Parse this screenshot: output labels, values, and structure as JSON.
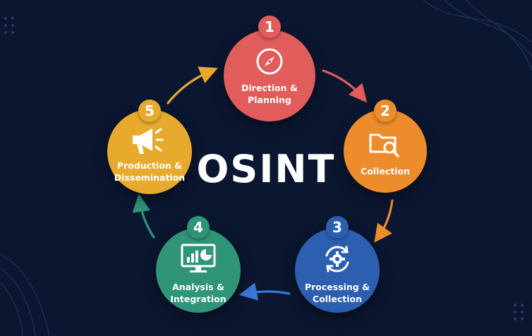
{
  "title": "OSINT",
  "colors": {
    "background": "#0b1630",
    "stage1": "#e05d5b",
    "stage2": "#ec8c2b",
    "stage3": "#2c5fb0",
    "stage4": "#2f9478",
    "stage5": "#e7aa2d"
  },
  "stages": [
    {
      "number": "1",
      "line1": "Direction &",
      "line2": "Planning",
      "icon": "compass-icon"
    },
    {
      "number": "2",
      "line1": "Collection",
      "line2": "",
      "icon": "folder-search-icon"
    },
    {
      "number": "3",
      "line1": "Processing &",
      "line2": "Collection",
      "icon": "gear-cycle-icon"
    },
    {
      "number": "4",
      "line1": "Analysis &",
      "line2": "Integration",
      "icon": "monitor-chart-icon"
    },
    {
      "number": "5",
      "line1": "Production &",
      "line2": "Dissemination",
      "icon": "megaphone-icon"
    }
  ]
}
